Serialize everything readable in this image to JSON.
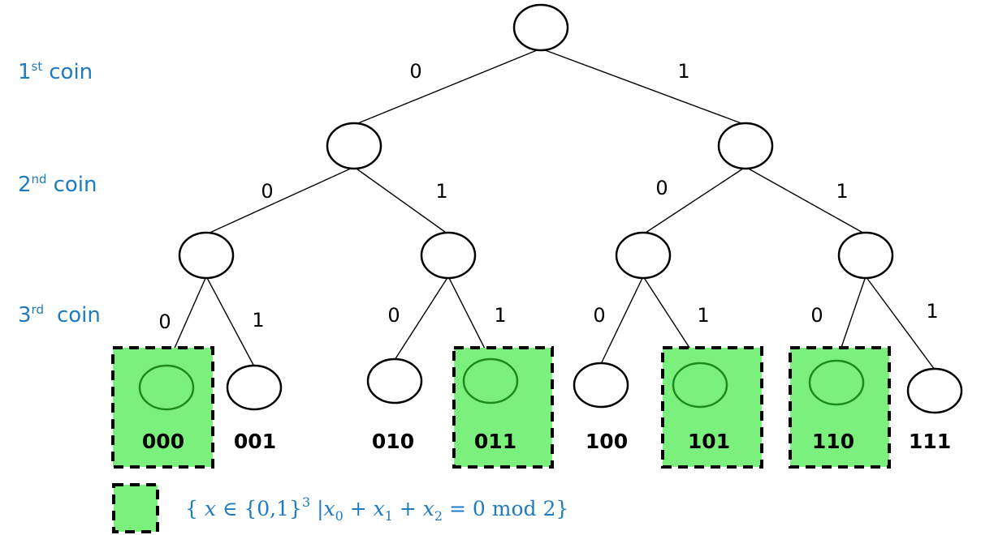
{
  "levels": [
    {
      "ordinal": "1",
      "suffix": "st",
      "word": "coin"
    },
    {
      "ordinal": "2",
      "suffix": "nd",
      "word": "coin"
    },
    {
      "ordinal": "3",
      "suffix": "rd",
      "word": "coin"
    }
  ],
  "edge_labels": {
    "zero": "0",
    "one": "1"
  },
  "leaves": [
    {
      "label": "000",
      "highlighted": true
    },
    {
      "label": "001",
      "highlighted": false
    },
    {
      "label": "010",
      "highlighted": false
    },
    {
      "label": "011",
      "highlighted": true
    },
    {
      "label": "100",
      "highlighted": false
    },
    {
      "label": "101",
      "highlighted": true
    },
    {
      "label": "110",
      "highlighted": true
    },
    {
      "label": "111",
      "highlighted": false
    }
  ],
  "legend": {
    "set_open": "{ ",
    "var": "x",
    "in": " ∈ ",
    "domain": "{0,1}",
    "power": "3",
    "bar": " |",
    "x0": "x",
    "sub0": "0",
    "plus1": " + ",
    "x1": "x",
    "sub1": "1",
    "plus2": " + ",
    "x2": "x",
    "sub2": "2",
    "equals": " = 0 mod 2}"
  },
  "colors": {
    "highlight_fill": "#7cf07c",
    "highlight_node_stroke": "#1e8a1e",
    "label_blue": "#1f7abf",
    "node_stroke": "#000000"
  }
}
